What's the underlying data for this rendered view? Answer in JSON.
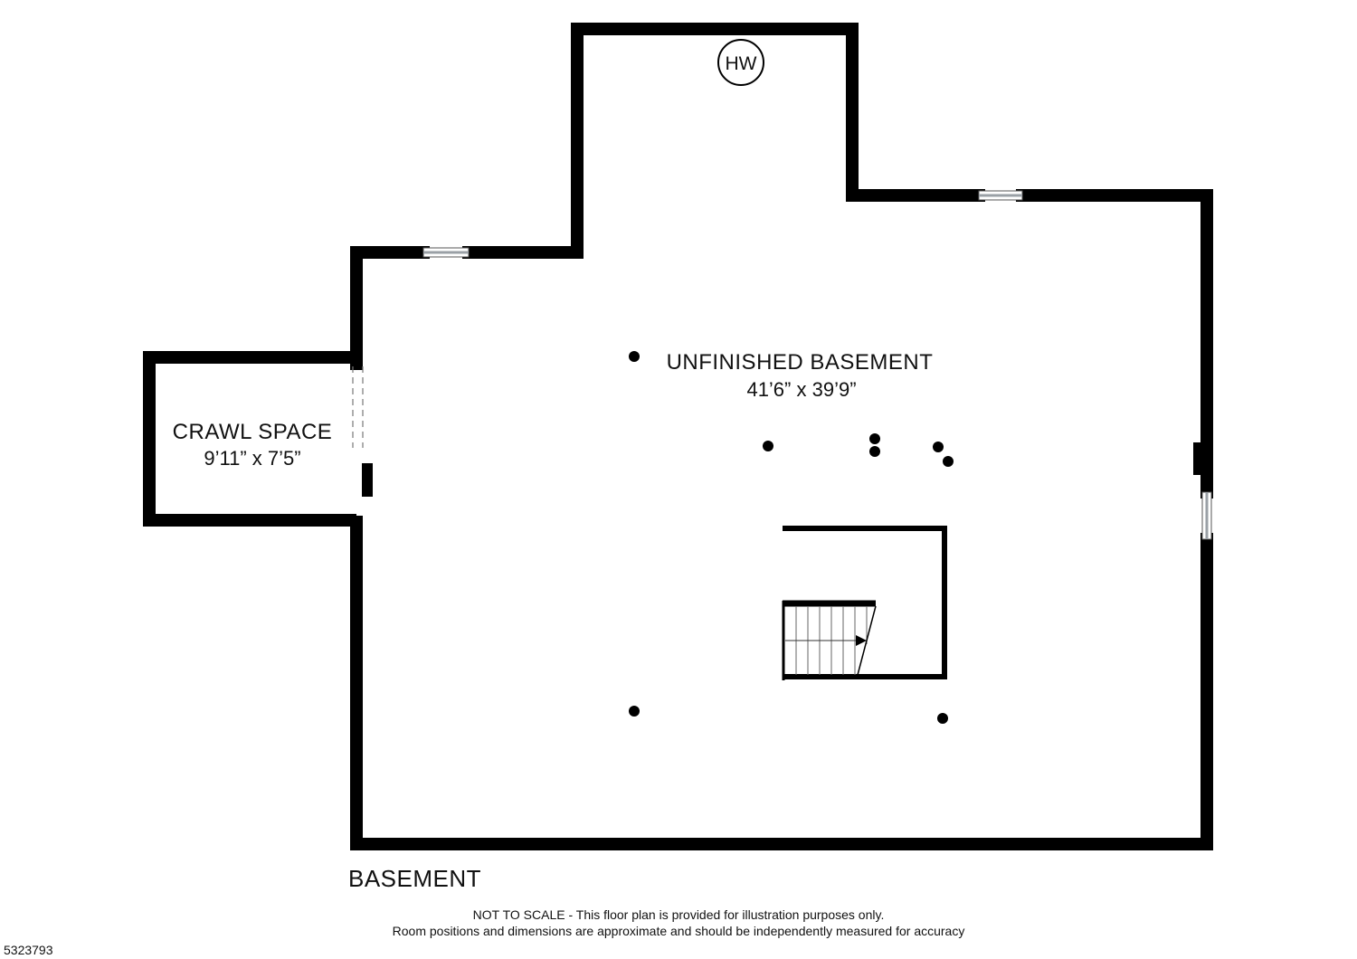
{
  "floor": {
    "title": "BASEMENT"
  },
  "rooms": [
    {
      "name": "UNFINISHED BASEMENT",
      "dimensions": "41’6” x 39’9”"
    },
    {
      "name": "CRAWL SPACE",
      "dimensions": "9’11” x 7’5”"
    }
  ],
  "fixtures": {
    "water_heater": "HW"
  },
  "disclaimer": {
    "line1": "NOT TO SCALE - This floor plan is provided for illustration purposes only.",
    "line2": "Room positions and dimensions are approximate and should be independently measured for accuracy"
  },
  "listing_id": "5323793",
  "colors": {
    "wall": "#000000",
    "background": "#ffffff",
    "window": "#9aa0a6"
  }
}
